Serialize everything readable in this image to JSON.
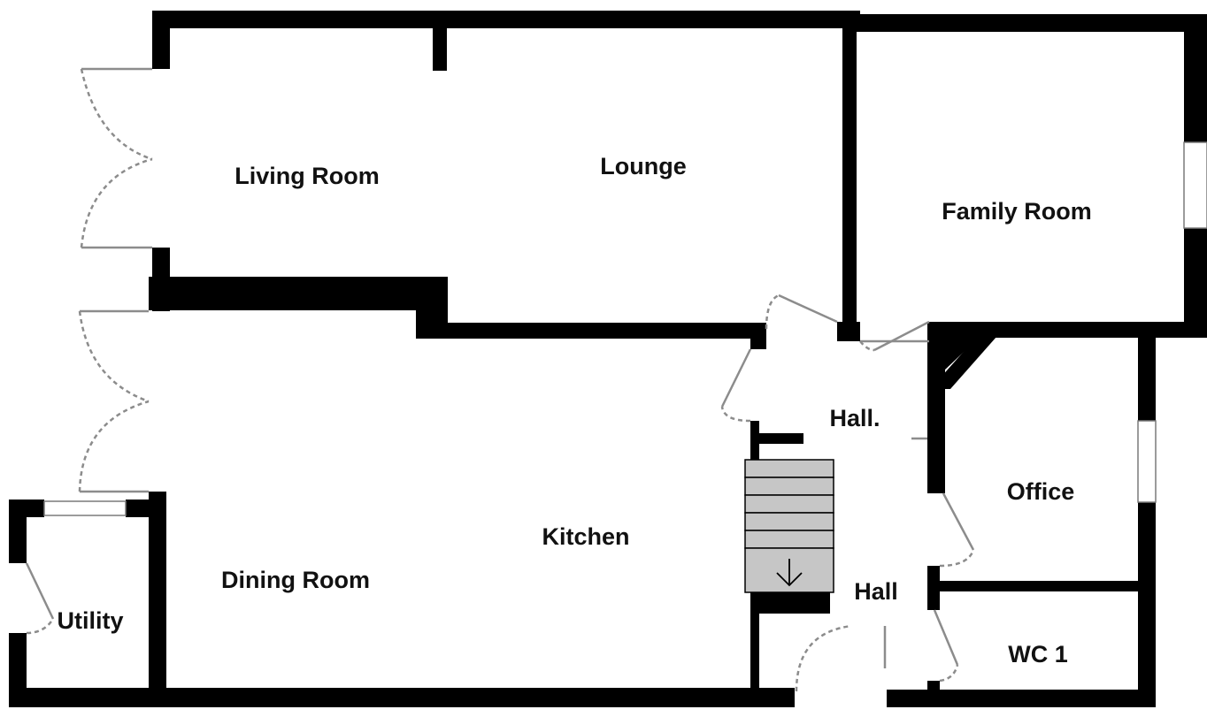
{
  "floor_plan": {
    "rooms": {
      "living_room": "Living Room",
      "lounge": "Lounge",
      "family_room": "Family Room",
      "hall_upper": "Hall.",
      "office": "Office",
      "kitchen": "Kitchen",
      "dining_room": "Dining Room",
      "utility": "Utility",
      "hall_lower": "Hall",
      "wc": "WC 1"
    },
    "stairs": {
      "direction": "down",
      "arrow_icon": "arrow-down-icon"
    },
    "colors": {
      "wall": "#000000",
      "door": "#8c8c8c",
      "stair": "#c6c6c6",
      "background": "#ffffff"
    }
  }
}
